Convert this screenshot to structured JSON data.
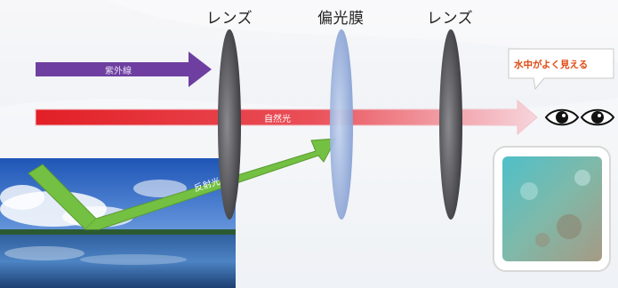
{
  "labels": {
    "lens_left": "レンズ",
    "polarizer": "偏光膜",
    "lens_right": "レンズ"
  },
  "arrows": {
    "uv": "紫外線",
    "natural": "自然光",
    "reflected": "反射光"
  },
  "callout": {
    "text": "水中がよく見える"
  },
  "colors": {
    "uv": "#6e3fa0",
    "natural": "#e21f26",
    "reflected": "#74c043",
    "lens": "#5f5f62",
    "polarizer": "#9fb6de",
    "callout_text": "#e04b14"
  },
  "icons": [
    "eye-icon",
    "eye-icon"
  ]
}
